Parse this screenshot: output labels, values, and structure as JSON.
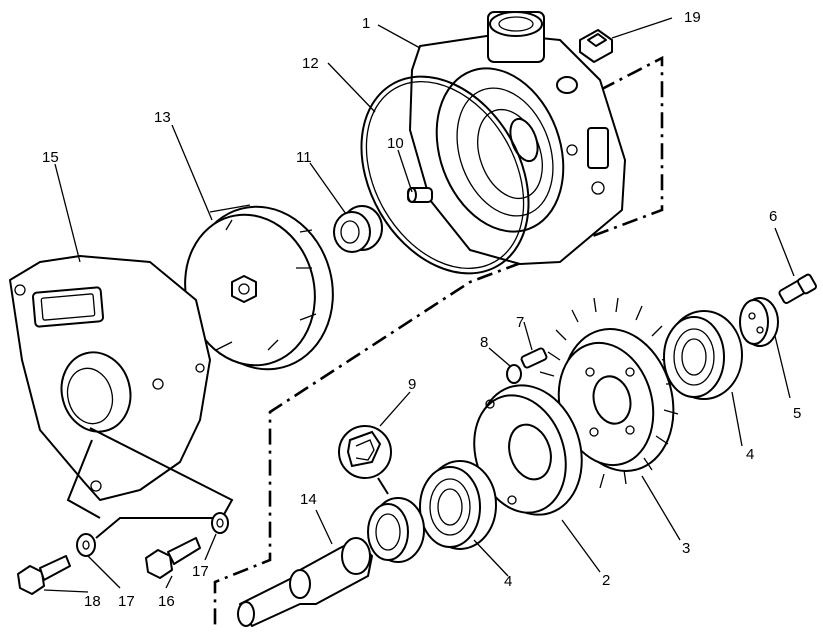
{
  "callouts": {
    "c1": "1",
    "c2": "2",
    "c3": "3",
    "c4a": "4",
    "c4b": "4",
    "c5": "5",
    "c6": "6",
    "c7": "7",
    "c8": "8",
    "c9": "9",
    "c10": "10",
    "c11": "11",
    "c12": "12",
    "c13": "13",
    "c14": "14",
    "c15": "15",
    "c16": "16",
    "c17a": "17",
    "c17b": "17",
    "c18": "18",
    "c19": "19"
  }
}
